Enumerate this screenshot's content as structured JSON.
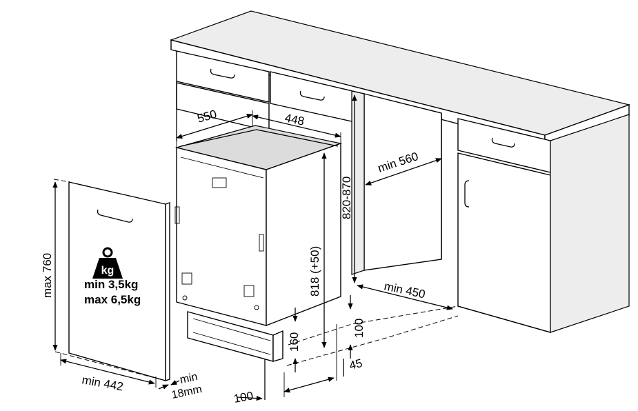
{
  "dimensions": {
    "depth": "550",
    "width": "448",
    "cabinet_height": "820-870",
    "niche_depth": "min 560",
    "niche_width": "min 450",
    "appliance_height": "818 (+50)",
    "door_height": "max 760",
    "door_width": "min 442",
    "door_thickness_min": "min",
    "door_thickness_value": "18mm",
    "plinth_height": "160",
    "plinth_gap": "100",
    "plinth_depth": "100",
    "plinth_offset": "45"
  },
  "door_weight": {
    "icon_label": "kg",
    "min_label": "min  3,5kg",
    "max_label": "max 6,5kg"
  }
}
